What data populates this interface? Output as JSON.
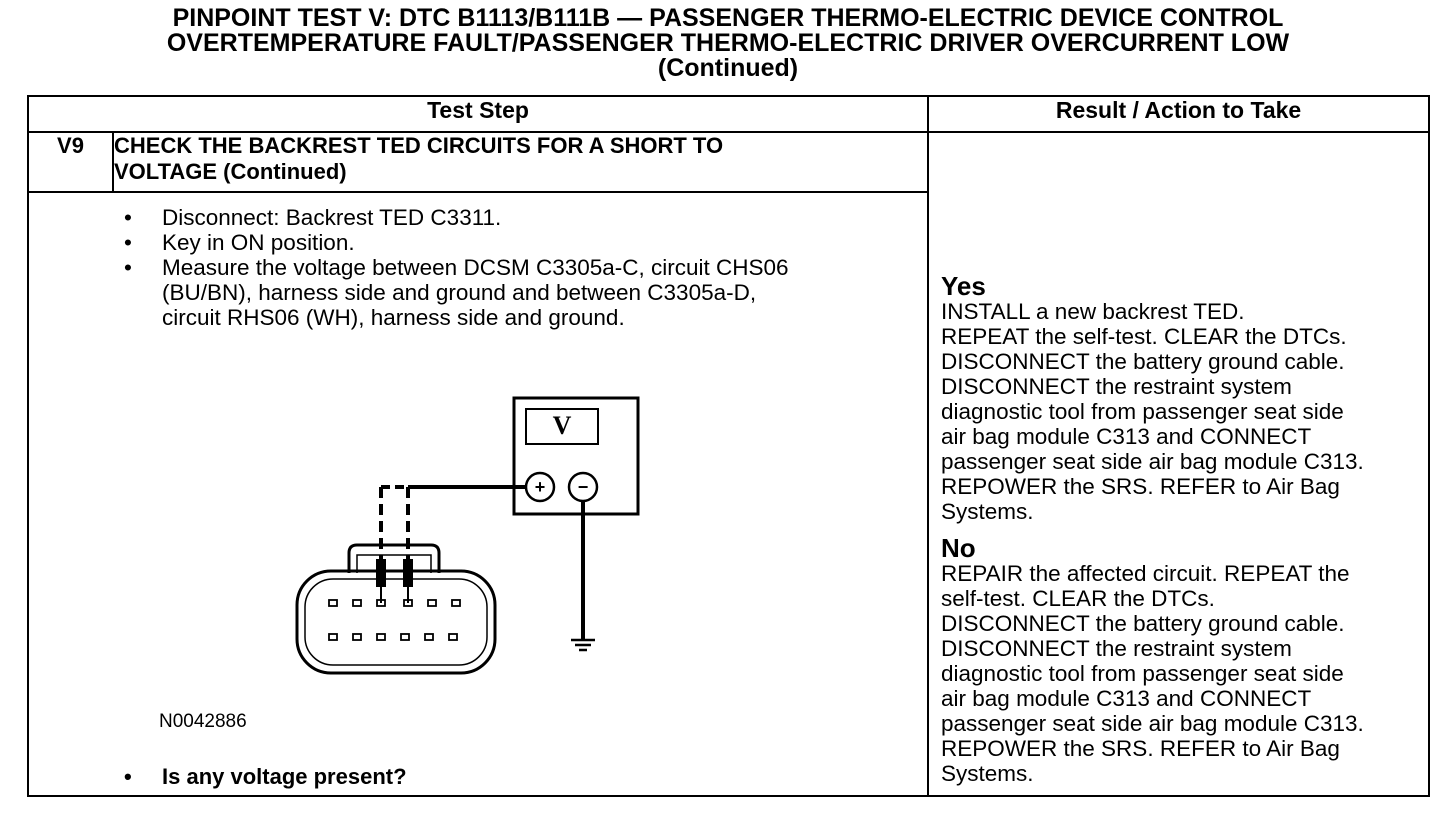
{
  "title": {
    "line1": "PINPOINT TEST  V: DTC B1113/B111B — PASSENGER THERMO-ELECTRIC DEVICE CONTROL",
    "line2": "OVERTEMPERATURE FAULT/PASSENGER THERMO-ELECTRIC DRIVER OVERCURRENT LOW",
    "line3": "(Continued)"
  },
  "table": {
    "col1_header": "Test Step",
    "col2_header": "Result / Action to Take"
  },
  "step": {
    "number": "V9",
    "title_line1": "CHECK THE BACKREST TED CIRCUITS FOR A SHORT TO",
    "title_line2": "VOLTAGE (Continued)",
    "bullets": [
      {
        "marker": "•",
        "lines": [
          "Disconnect: Backrest TED C3311."
        ]
      },
      {
        "marker": "•",
        "lines": [
          "Key in ON position."
        ]
      },
      {
        "marker": "•",
        "lines": [
          "Measure the voltage between DCSM C3305a-C, circuit CHS06",
          "(BU/BN), harness side and ground and between C3305a-D,",
          "circuit RHS06 (WH), harness side and ground."
        ]
      }
    ],
    "figure_id": "N0042886",
    "meter_label": "V",
    "meter_plus": "+",
    "meter_minus": "−",
    "question_marker": "•",
    "question": "Is any voltage present?"
  },
  "result": {
    "yes_label": "Yes",
    "yes_lines": [
      "INSTALL a new backrest TED.",
      "REPEAT the self-test. CLEAR the DTCs.",
      "DISCONNECT the battery ground cable.",
      "DISCONNECT the restraint system",
      "diagnostic tool from passenger seat side",
      "air bag module C313 and CONNECT",
      "passenger seat side air bag module C313.",
      "REPOWER the SRS. REFER to Air Bag",
      "Systems."
    ],
    "no_label": "No",
    "no_lines": [
      "REPAIR the affected circuit. REPEAT the",
      "self-test. CLEAR the DTCs.",
      "DISCONNECT the battery ground cable.",
      "DISCONNECT the restraint system",
      "diagnostic tool from passenger seat side",
      "air bag module C313 and CONNECT",
      "passenger seat side air bag module C313.",
      "REPOWER the SRS. REFER to Air Bag",
      "Systems."
    ]
  }
}
